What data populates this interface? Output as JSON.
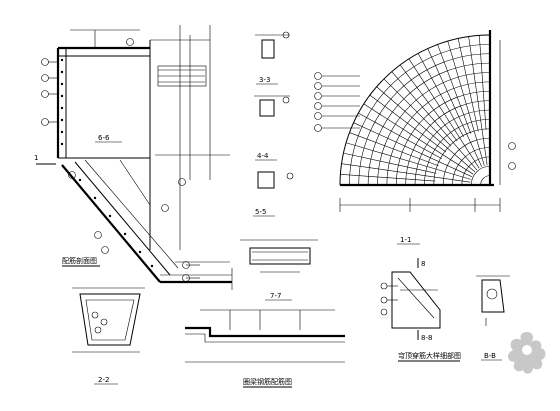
{
  "views": {
    "section_2_2": {
      "label": "2-2"
    },
    "section_3_3": {
      "label": "3-3"
    },
    "section_4_4": {
      "label": "4-4"
    },
    "section_5_5": {
      "label": "5-5"
    },
    "section_6_6": {
      "label": "6-6"
    },
    "section_7_7": {
      "label": "7-7"
    },
    "section_1_1": {
      "label": "1-1"
    },
    "section_8_8": {
      "label": "8-8"
    },
    "section_B_B": {
      "label": "B-B"
    },
    "main_reinforcement": {
      "title": "配筋剖面图"
    },
    "ring_beam": {
      "title": "圈梁钢筋配筋图"
    },
    "corner_detail": {
      "title": "穹顶穿筋大样细部图"
    }
  },
  "markers": {
    "section_1": "1",
    "section_8": "8"
  },
  "colors": {
    "line": "#000000",
    "background": "#ffffff",
    "watermark": "#c8c8c8"
  }
}
